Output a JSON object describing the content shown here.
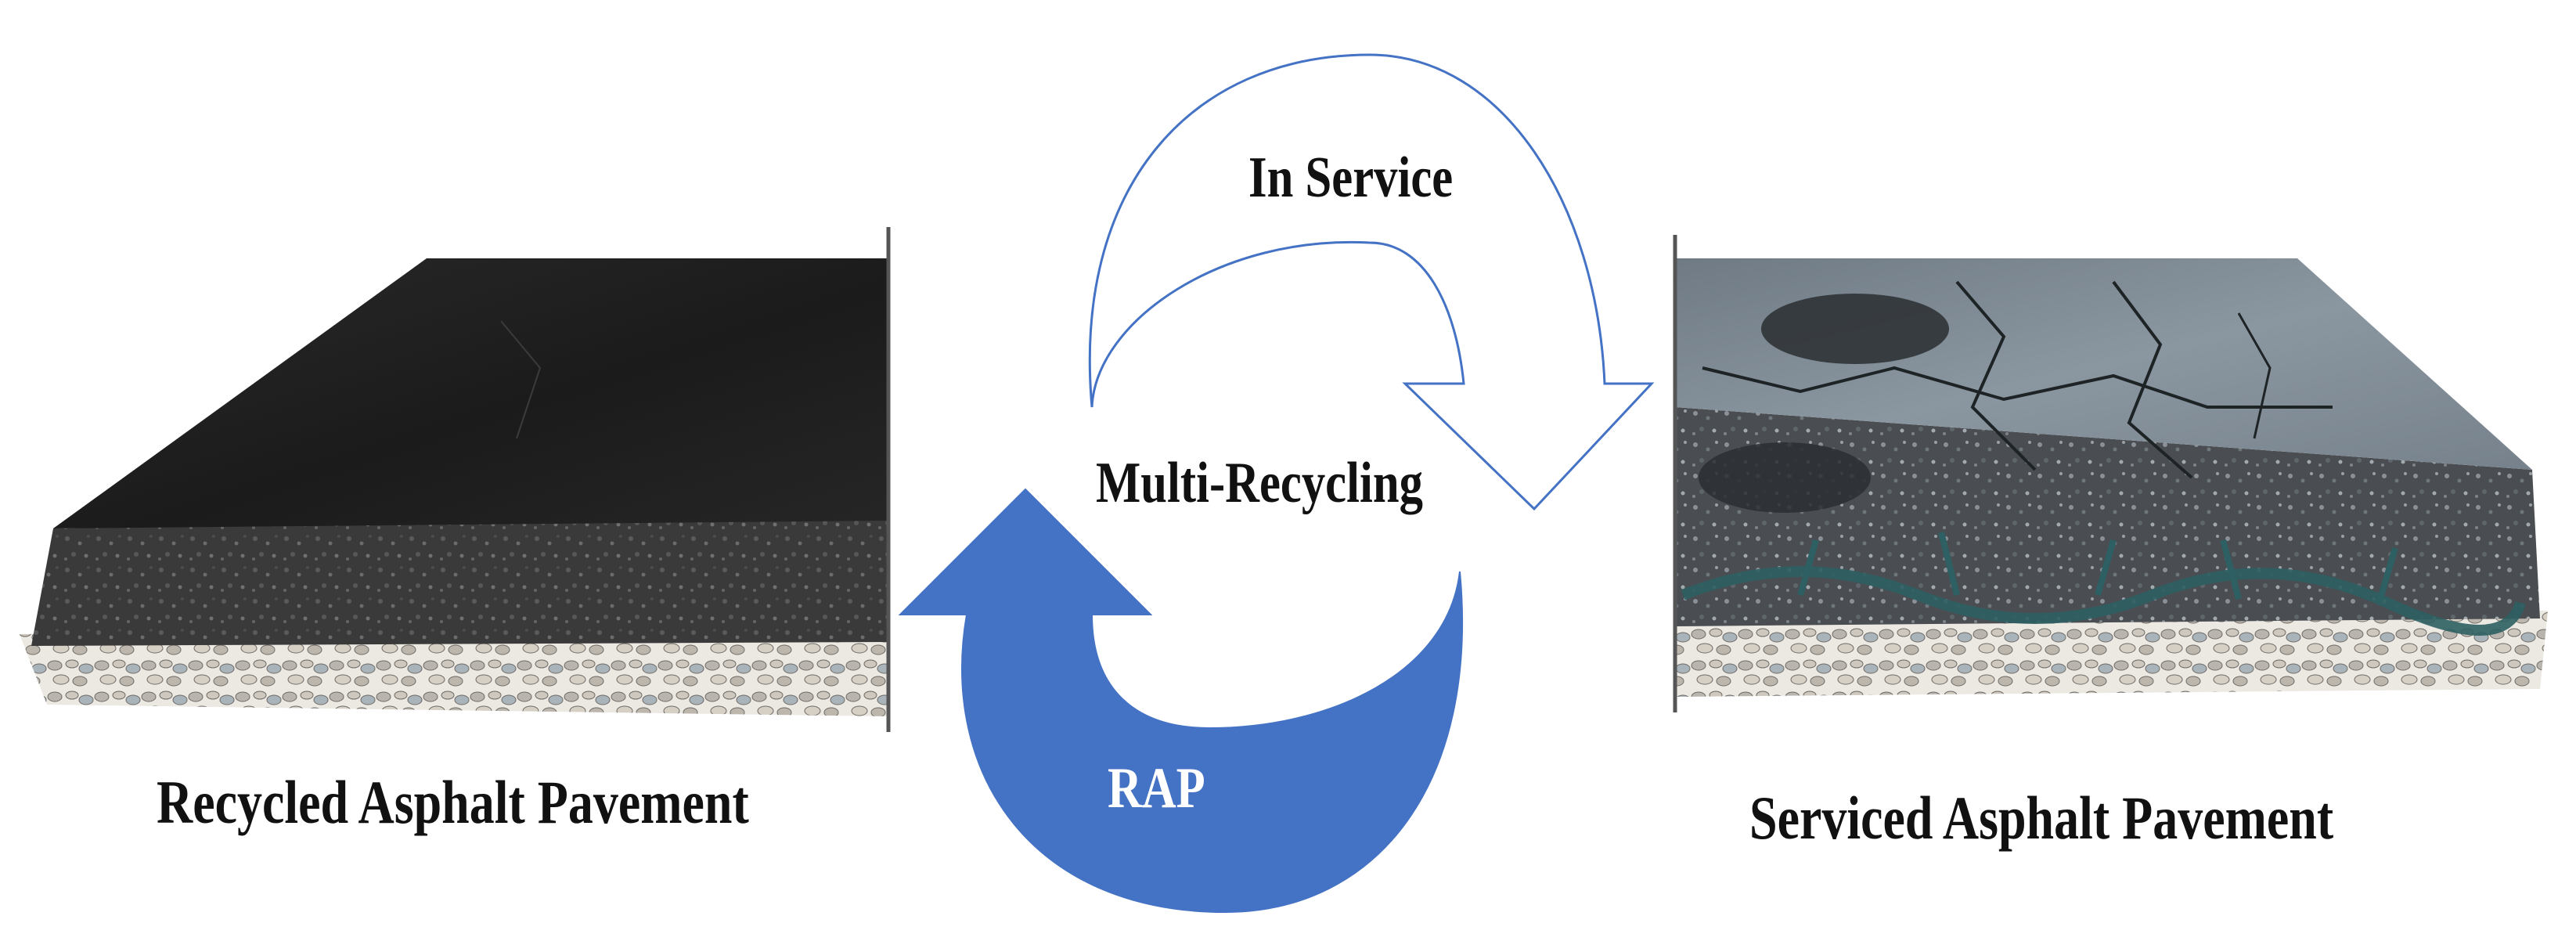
{
  "labels": {
    "in_service": "In Service",
    "multi_recycling": "Multi-Recycling",
    "rap": "RAP"
  },
  "captions": {
    "left": "Recycled Asphalt Pavement",
    "right": "Serviced Asphalt Pavement"
  },
  "colors": {
    "rap_arrow": "#4472C4",
    "outline_arrow": "#4472C4",
    "rap_text": "#ffffff",
    "fresh_asphalt": "#1c1c1c",
    "worn_asphalt": "#7f8b94",
    "crack_water": "#2e5f62"
  }
}
